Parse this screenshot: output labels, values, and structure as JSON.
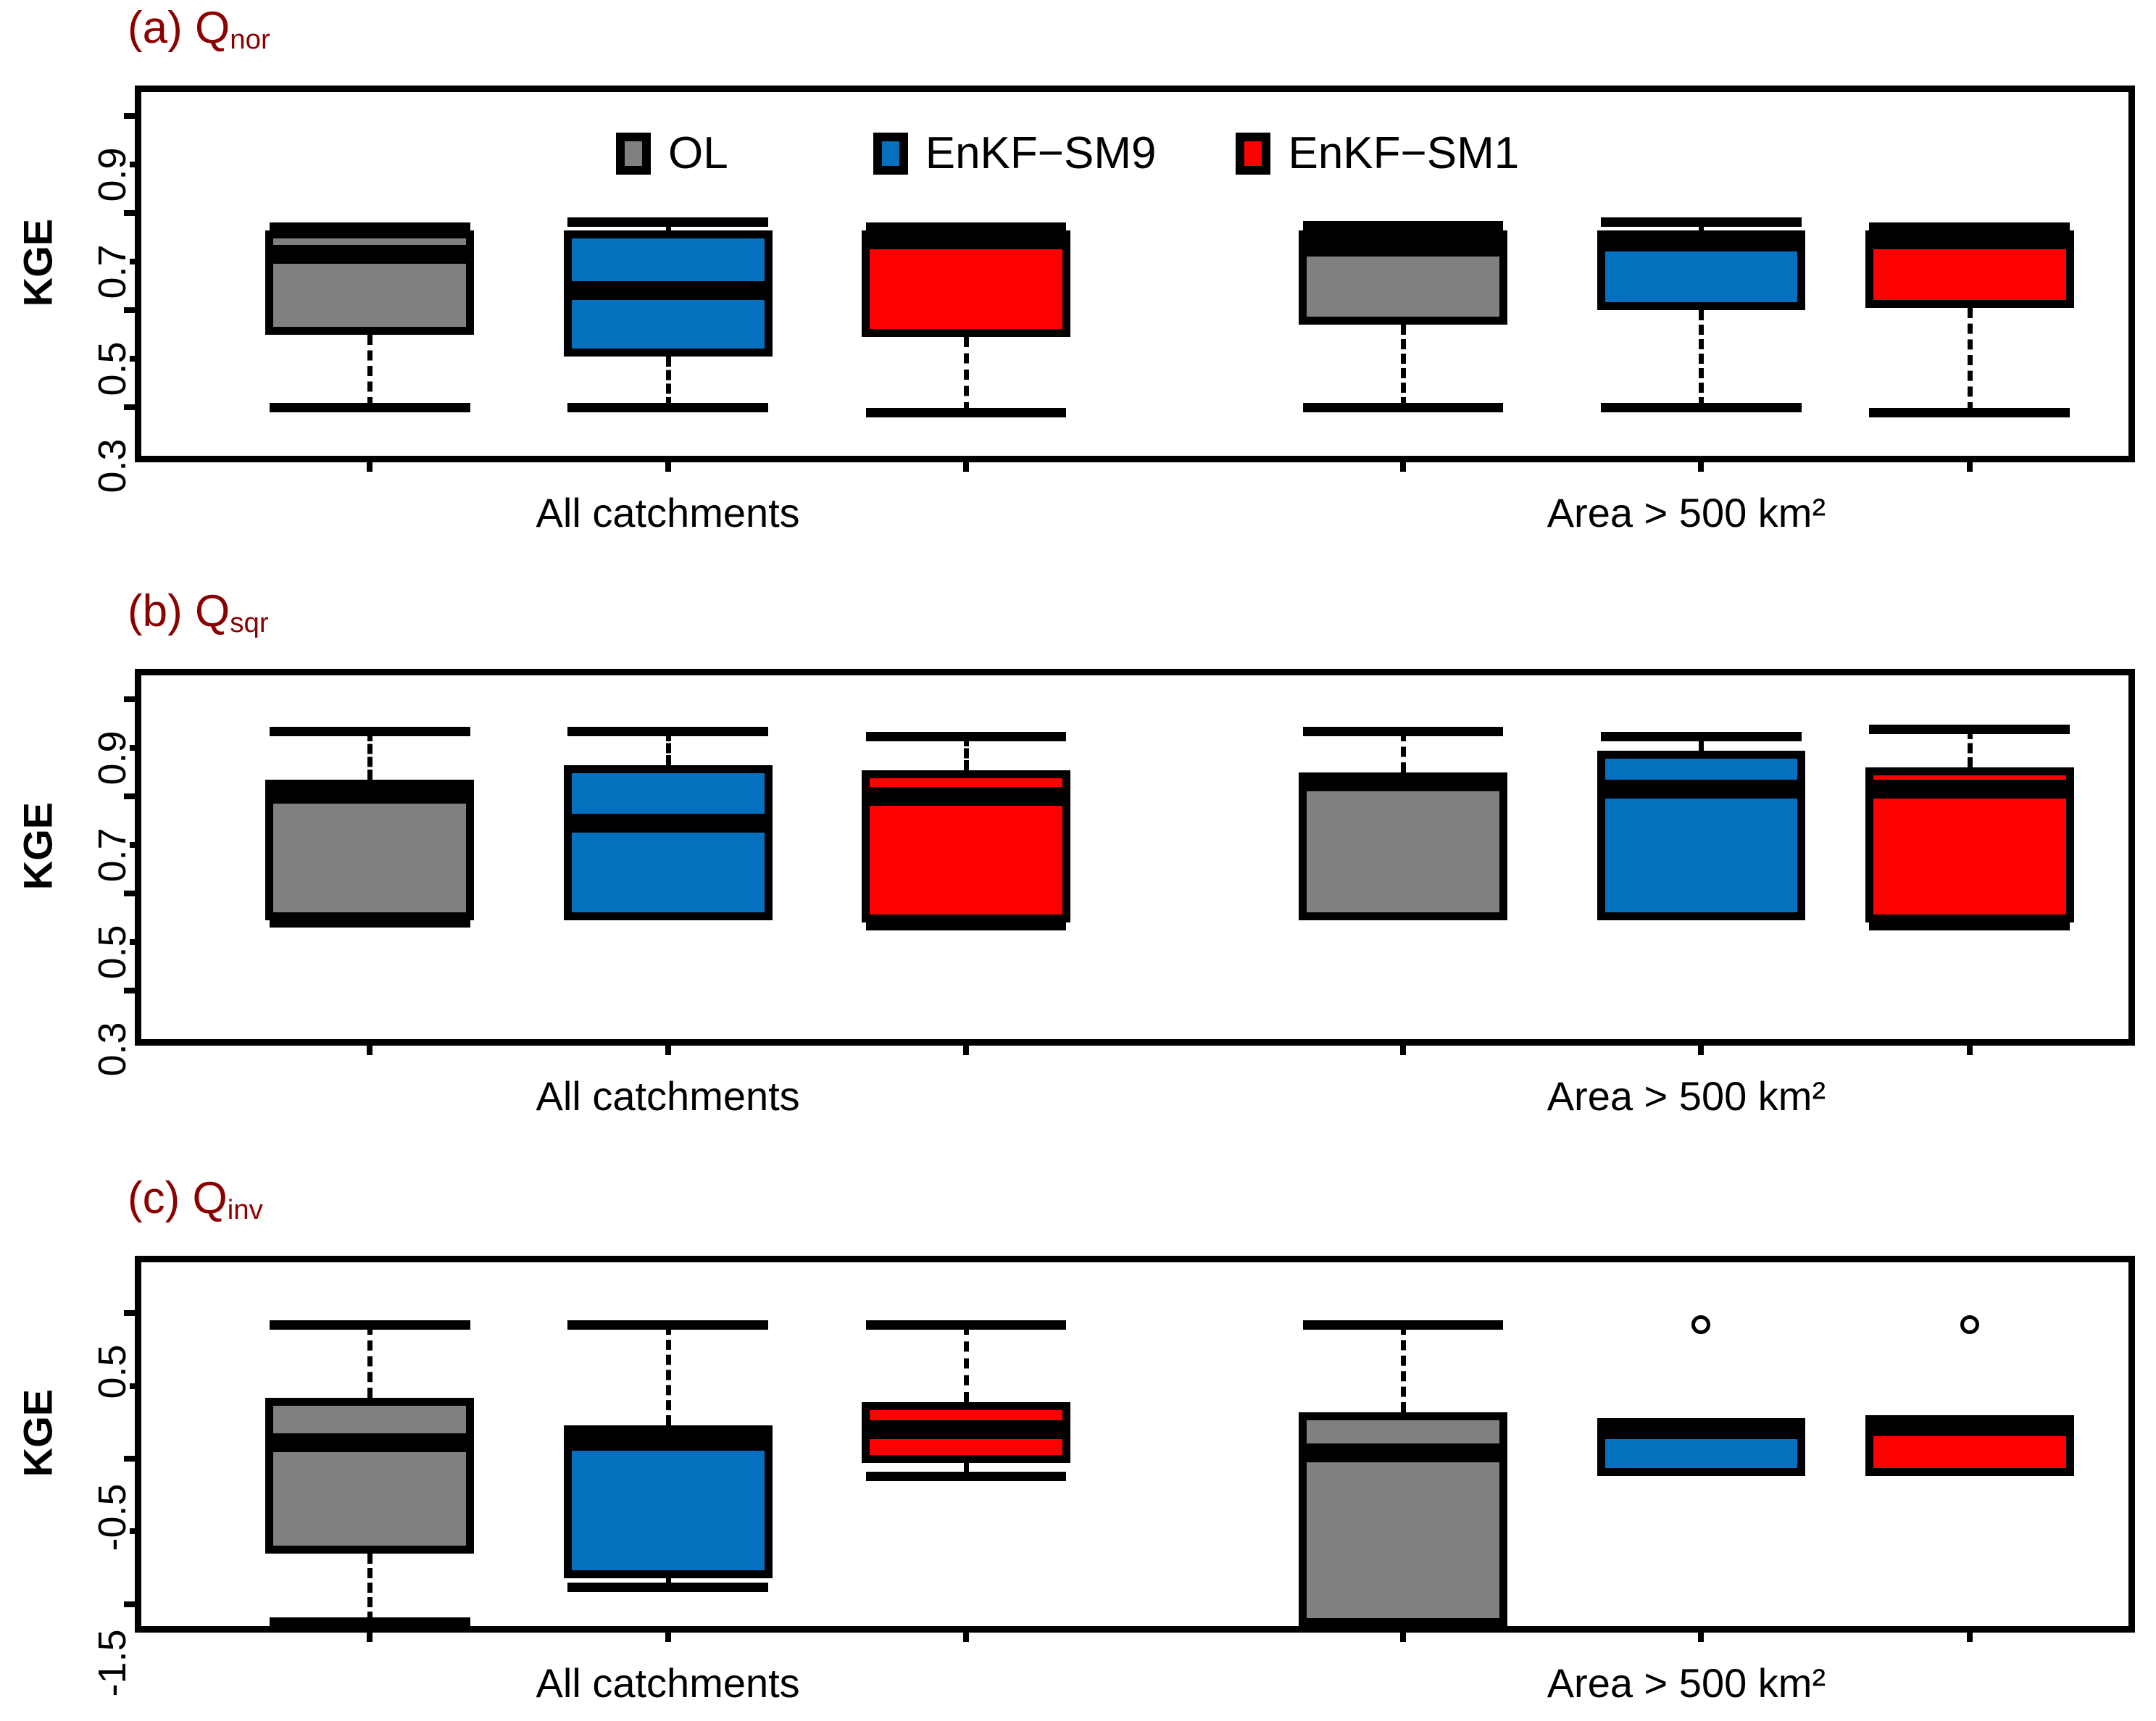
{
  "figure": {
    "ylabel": "KGE",
    "group_labels": [
      "All catchments",
      "Area > 500 km²"
    ],
    "title_color": "#8B0000"
  },
  "legend": {
    "position": "top-center-panel-a",
    "entries": [
      {
        "label": "OL",
        "color": "#808080"
      },
      {
        "label": "EnKF−SM9",
        "color": "#0570BE"
      },
      {
        "label": "EnKF−SM1",
        "color": "#FF0000"
      }
    ]
  },
  "chart_data": [
    {
      "type": "box",
      "panel": "a",
      "title": "(a) Q",
      "title_sub": "nor",
      "ylabel": "KGE",
      "xlabel": "",
      "ylim": [
        0.2,
        0.95
      ],
      "yticks": [
        0.3,
        0.5,
        0.7,
        0.9
      ],
      "ytick_labels": [
        "0.3",
        "0.5",
        "0.7",
        "0.9"
      ],
      "grid": false,
      "categories": [
        "All catchments",
        "Area > 500 km²"
      ],
      "series": [
        {
          "name": "OL",
          "color": "#808080",
          "boxes": [
            {
              "group": "All catchments",
              "whisker_low": 0.3,
              "q1": 0.45,
              "median": 0.615,
              "q3": 0.665,
              "whisker_high": 0.672,
              "outliers": []
            },
            {
              "group": "Area > 500 km²",
              "whisker_low": 0.3,
              "q1": 0.47,
              "median": 0.63,
              "q3": 0.665,
              "whisker_high": 0.675,
              "outliers": []
            }
          ]
        },
        {
          "name": "EnKF−SM9",
          "color": "#0570BE",
          "boxes": [
            {
              "group": "All catchments",
              "whisker_low": 0.3,
              "q1": 0.405,
              "median": 0.54,
              "q3": 0.665,
              "whisker_high": 0.682,
              "outliers": []
            },
            {
              "group": "Area > 500 km²",
              "whisker_low": 0.3,
              "q1": 0.5,
              "median": 0.64,
              "q3": 0.665,
              "whisker_high": 0.682,
              "outliers": []
            }
          ]
        },
        {
          "name": "EnKF−SM1",
          "color": "#FF0000",
          "boxes": [
            {
              "group": "All catchments",
              "whisker_low": 0.29,
              "q1": 0.445,
              "median": 0.645,
              "q3": 0.66,
              "whisker_high": 0.672,
              "outliers": []
            },
            {
              "group": "Area > 500 km²",
              "whisker_low": 0.29,
              "q1": 0.505,
              "median": 0.645,
              "q3": 0.665,
              "whisker_high": 0.672,
              "outliers": []
            }
          ]
        }
      ]
    },
    {
      "type": "box",
      "panel": "b",
      "title": "(b) Q",
      "title_sub": "sqr",
      "ylabel": "KGE",
      "xlabel": "",
      "ylim": [
        0.2,
        0.95
      ],
      "yticks": [
        0.3,
        0.5,
        0.7,
        0.9
      ],
      "ytick_labels": [
        "0.3",
        "0.5",
        "0.7",
        "0.9"
      ],
      "grid": false,
      "categories": [
        "All catchments",
        "Area > 500 km²"
      ],
      "series": [
        {
          "name": "OL",
          "color": "#808080",
          "boxes": [
            {
              "group": "All catchments",
              "whisker_low": 0.44,
              "q1": 0.445,
              "median": 0.705,
              "q3": 0.735,
              "whisker_high": 0.835,
              "outliers": []
            },
            {
              "group": "Area > 500 km²",
              "whisker_low": 0.45,
              "q1": 0.445,
              "median": 0.73,
              "q3": 0.75,
              "whisker_high": 0.835,
              "outliers": []
            }
          ]
        },
        {
          "name": "EnKF−SM9",
          "color": "#0570BE",
          "boxes": [
            {
              "group": "All catchments",
              "whisker_low": 0.445,
              "q1": 0.445,
              "median": 0.645,
              "q3": 0.765,
              "whisker_high": 0.835,
              "outliers": []
            },
            {
              "group": "Area > 500 km²",
              "whisker_low": 0.445,
              "q1": 0.445,
              "median": 0.715,
              "q3": 0.795,
              "whisker_high": 0.825,
              "outliers": []
            }
          ]
        },
        {
          "name": "EnKF−SM1",
          "color": "#FF0000",
          "boxes": [
            {
              "group": "All catchments",
              "whisker_low": 0.435,
              "q1": 0.44,
              "median": 0.7,
              "q3": 0.755,
              "whisker_high": 0.825,
              "outliers": []
            },
            {
              "group": "Area > 500 km²",
              "whisker_low": 0.435,
              "q1": 0.44,
              "median": 0.715,
              "q3": 0.76,
              "whisker_high": 0.84,
              "outliers": []
            }
          ]
        }
      ]
    },
    {
      "type": "box",
      "panel": "c",
      "title": "(c) Q",
      "title_sub": "inv",
      "ylabel": "KGE",
      "xlabel": "",
      "ylim": [
        -1.65,
        0.85
      ],
      "yticks": [
        -1.5,
        -0.5,
        0.5
      ],
      "ytick_labels": [
        "-1.5",
        "-0.5",
        "0.5"
      ],
      "grid": false,
      "categories": [
        "All catchments",
        "Area > 500 km²"
      ],
      "series": [
        {
          "name": "OL",
          "color": "#808080",
          "boxes": [
            {
              "group": "All catchments",
              "whisker_low": -1.62,
              "q1": -1.15,
              "median": -0.39,
              "q3": -0.08,
              "whisker_high": 0.42,
              "outliers": []
            },
            {
              "group": "Area > 500 km²",
              "whisker_low": -1.65,
              "q1": -1.65,
              "median": -0.46,
              "q3": -0.18,
              "whisker_high": 0.42,
              "outliers": []
            }
          ]
        },
        {
          "name": "EnKF−SM9",
          "color": "#0570BE",
          "boxes": [
            {
              "group": "All catchments",
              "whisker_low": -1.38,
              "q1": -1.32,
              "median": -0.38,
              "q3": -0.27,
              "whisker_high": 0.42,
              "outliers": []
            },
            {
              "group": "Area > 500 km²",
              "whisker_low": -0.62,
              "q1": -0.62,
              "median": -0.3,
              "q3": -0.22,
              "whisker_high": -0.22,
              "outliers": [
                0.42
              ]
            }
          ]
        },
        {
          "name": "EnKF−SM1",
          "color": "#FF0000",
          "boxes": [
            {
              "group": "All catchments",
              "whisker_low": -0.62,
              "q1": -0.53,
              "median": -0.3,
              "q3": -0.11,
              "whisker_high": 0.42,
              "outliers": []
            },
            {
              "group": "Area > 500 km²",
              "whisker_low": -0.62,
              "q1": -0.62,
              "median": -0.28,
              "q3": -0.2,
              "whisker_high": -0.2,
              "outliers": [
                0.42
              ]
            }
          ]
        }
      ]
    }
  ]
}
